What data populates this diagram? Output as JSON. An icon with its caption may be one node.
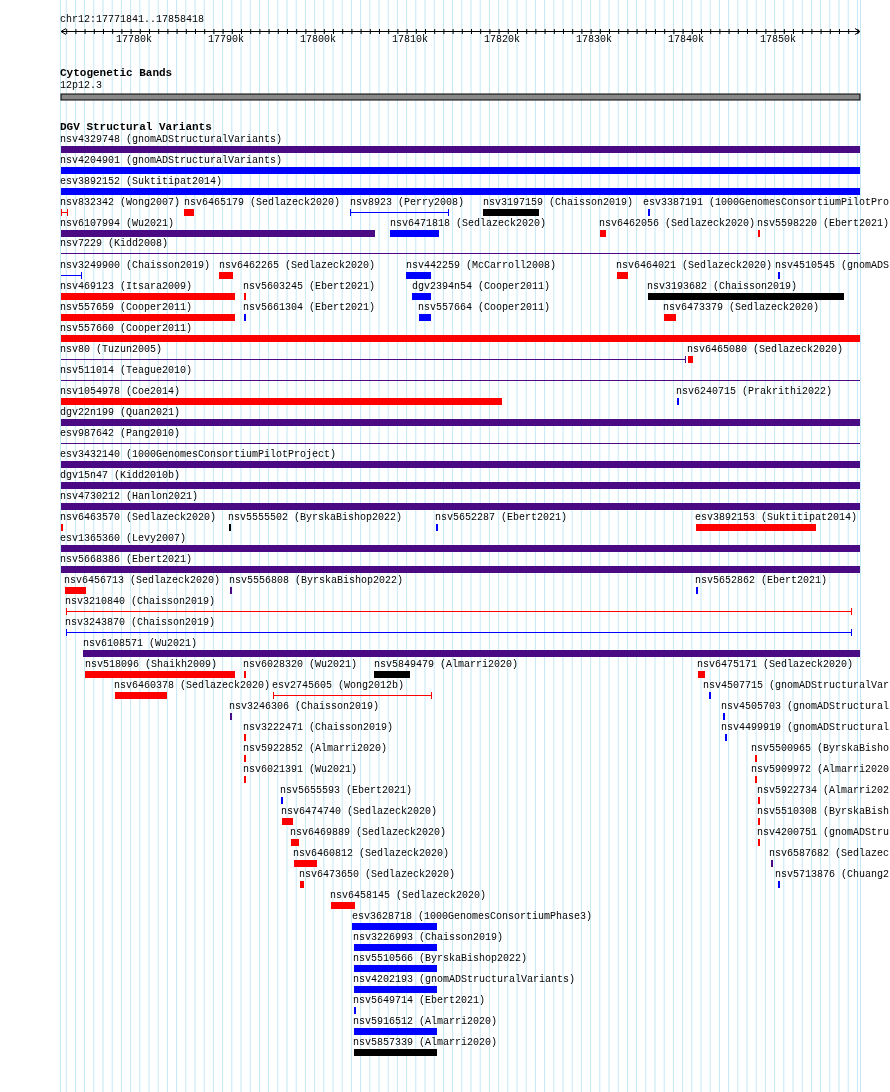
{
  "diagram": {
    "labels": [
      "chr12:17771841..17858418",
      "17780k",
      "17790k",
      "17800k",
      "17810k",
      "17820k",
      "17830k",
      "17840k",
      "17850k",
      "Cytogenetic Bands",
      "12p12.3",
      "DGV Structural Variants",
      "nsv4329748 (gnomADStructuralVariants)",
      "nsv4204901 (gnomADStructuralVariants)",
      "esv3892152 (Suktitipat2014)",
      "nsv832342 (Wong2007)",
      "nsv6465179 (Sedlazeck2020)",
      "nsv8923 (Perry2008)",
      "nsv3197159 (Chaisson2019)",
      "esv3387191 (1000GenomesConsortiumPilotPro",
      "nsv6107994 (Wu2021)",
      "nsv6471818 (Sedlazeck2020)",
      "nsv6462056 (Sedlazeck2020)",
      "nsv5598220 (Ebert2021)",
      "nsv7229 (Kidd2008)",
      "nsv3249900 (Chaisson2019)",
      "nsv6462265 (Sedlazeck2020)",
      "nsv442259 (McCarroll2008)",
      "nsv6464021 (Sedlazeck2020)",
      "nsv4510545 (gnomADS",
      "nsv469123 (Itsara2009)",
      "nsv5603245 (Ebert2021)",
      "dgv2394n54 (Cooper2011)",
      "nsv3193682 (Chaisson2019)",
      "nsv557659 (Cooper2011)",
      "nsv5661304 (Ebert2021)",
      "nsv557664 (Cooper2011)",
      "nsv6473379 (Sedlazeck2020)",
      "nsv557660 (Cooper2011)",
      "nsv80 (Tuzun2005)",
      "nsv6465080 (Sedlazeck2020)",
      "nsv511014 (Teague2010)",
      "nsv1054978 (Coe2014)",
      "nsv6240715 (Prakrithi2022)",
      "dgv22n199 (Quan2021)",
      "esv987642 (Pang2010)",
      "esv3432140 (1000GenomesConsortiumPilotProject)",
      "dgv15n47 (Kidd2010b)",
      "nsv4730212 (Hanlon2021)",
      "nsv6463570 (Sedlazeck2020)",
      "nsv5555502 (ByrskaBishop2022)",
      "nsv5652287 (Ebert2021)",
      "esv3892153 (Suktitipat2014)",
      "esv1365360 (Levy2007)",
      "nsv5668386 (Ebert2021)",
      "nsv6456713 (Sedlazeck2020)",
      "nsv5556808 (ByrskaBishop2022)",
      "nsv5652862 (Ebert2021)",
      "nsv3210840 (Chaisson2019)",
      "nsv3243870 (Chaisson2019)",
      "nsv6108571 (Wu2021)",
      "nsv518096 (Shaikh2009)",
      "nsv6028320 (Wu2021)",
      "nsv5849479 (Almarri2020)",
      "nsv6475171 (Sedlazeck2020)",
      "nsv6460378 (Sedlazeck2020)",
      "esv2745605 (Wong2012b)",
      "nsv4507715 (gnomADStructuralVar",
      "nsv3246306 (Chaisson2019)",
      "nsv4505703 (gnomADStructural",
      "nsv3222471 (Chaisson2019)",
      "nsv4499919 (gnomADStructural",
      "nsv5922852 (Almarri2020)",
      "nsv5500965 (ByrskaBisho",
      "nsv6021391 (Wu2021)",
      "nsv5909972 (Almarri2020",
      "nsv5655593 (Ebert2021)",
      "nsv5922734 (Almarri202",
      "nsv6474740 (Sedlazeck2020)",
      "nsv5510308 (ByrskaBish",
      "nsv6469889 (Sedlazeck2020)",
      "nsv4200751 (gnomADStru",
      "nsv6460812 (Sedlazeck2020)",
      "nsv6587682 (Sedlazec",
      "nsv6473650 (Sedlazeck2020)",
      "nsv5713876 (Chuang2",
      "nsv6458145 (Sedlazeck2020)",
      "esv3628718 (1000GenomesConsortiumPhase3)",
      "nsv3226993 (Chaisson2019)",
      "nsv5510566 (ByrskaBishop2022)",
      "nsv4202193 (gnomADStructuralVariants)",
      "nsv5649714 (Ebert2021)",
      "nsv5916512 (Almarri2020)",
      "nsv5857339 (Almarri2020)"
    ]
  }
}
